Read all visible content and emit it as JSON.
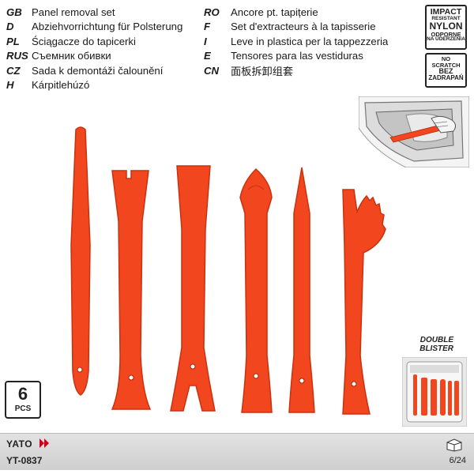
{
  "languages_left": [
    {
      "code": "GB",
      "text": "Panel removal set"
    },
    {
      "code": "D",
      "text": "Abziehvorrichtung für Polsterung"
    },
    {
      "code": "PL",
      "text": "Ściągacze do tapicerki"
    },
    {
      "code": "RUS",
      "text": "Съемник обивки"
    },
    {
      "code": "CZ",
      "text": "Sada k demontáži čalounění"
    },
    {
      "code": "H",
      "text": "Kárpitlehúzó"
    }
  ],
  "languages_right": [
    {
      "code": "RO",
      "text": "Ancore pt. tapițerie"
    },
    {
      "code": "F",
      "text": "Set d'extracteurs à la tapisserie"
    },
    {
      "code": "I",
      "text": "Leve in plastica per la tappezzeria"
    },
    {
      "code": "E",
      "text": "Tensores para las vestiduras"
    },
    {
      "code": "CN",
      "text": "面板拆卸组套"
    }
  ],
  "badges": {
    "impact_line1": "IMPACT",
    "impact_line2": "RESISTANT",
    "impact_line3": "NYLON",
    "impact_line4": "ODPORNE",
    "impact_line5": "NA UDERZENIA",
    "scratch_line1": "NO SCRATCH",
    "scratch_line2": "BEZ",
    "scratch_line3": "ZADRAPAŃ"
  },
  "pcs": {
    "count": "6",
    "unit": "PCS"
  },
  "blister": {
    "line1": "DOUBLE",
    "line2": "BLISTER"
  },
  "footer": {
    "logo": "YATO",
    "model": "YT-0837",
    "page": "6/24"
  },
  "colors": {
    "tool": "#f2461e",
    "tool_dark": "#c9310f",
    "bar": "#d6d6d6"
  }
}
